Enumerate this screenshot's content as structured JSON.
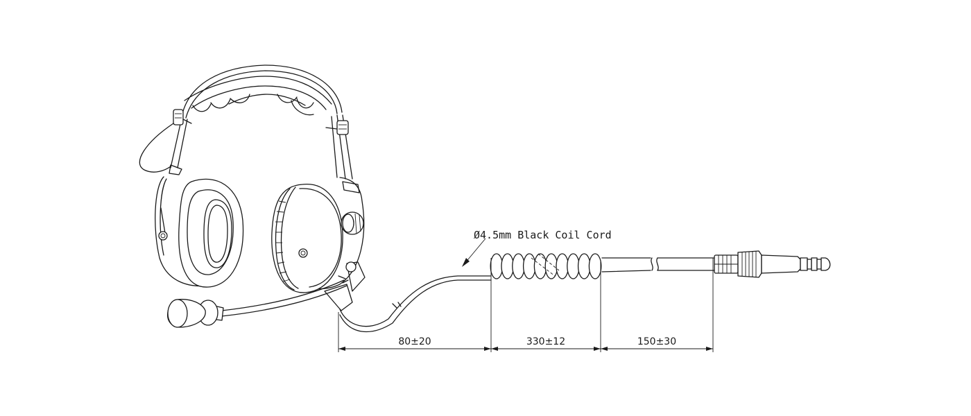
{
  "cord_label": "Ø4.5mm Black Coil Cord",
  "dimensions": [
    {
      "label": "80±20"
    },
    {
      "label": "330±12"
    },
    {
      "label": "150±30"
    }
  ]
}
